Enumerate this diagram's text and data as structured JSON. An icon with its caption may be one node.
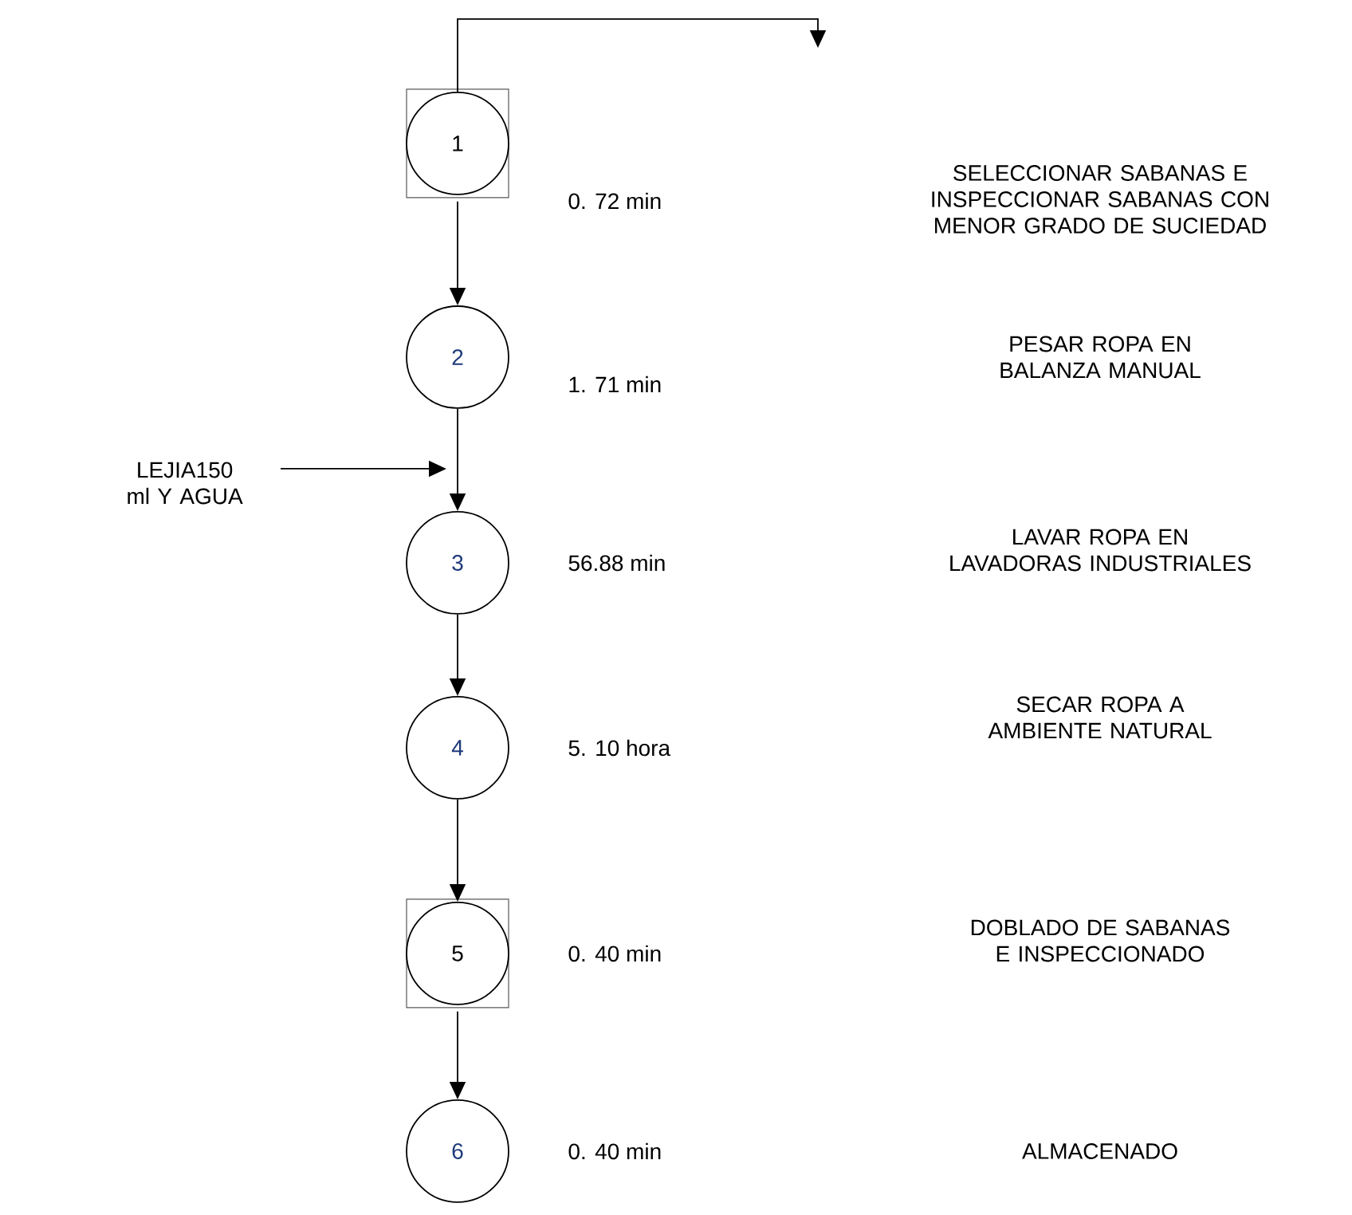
{
  "diagram": {
    "nodes": [
      {
        "text": [
          "1"
        ],
        "beside": [
          "0. 72 min"
        ]
      },
      {
        "text": [
          "2"
        ],
        "beside": [
          "1. 71 min"
        ]
      },
      {
        "text": [
          "3"
        ],
        "beside": [
          "56.88 min"
        ]
      },
      {
        "text": [
          "4"
        ],
        "beside": [
          "5. 10 hora"
        ]
      },
      {
        "text": [
          "5"
        ],
        "beside": [
          "0. 40 min"
        ]
      },
      {
        "text": [
          "6"
        ],
        "beside": [
          "0. 40 min"
        ]
      },
      {
        "text": [
          "LEJIA150 ml Y AGUA"
        ]
      }
    ],
    "edges": [
      {
        "from": 0,
        "to": null,
        "arrow": "to"
      },
      {
        "from": 0,
        "to": 1,
        "arrow": "to"
      },
      {
        "from": 1,
        "to": 2,
        "arrow": "to"
      },
      {
        "from": 2,
        "to": 3,
        "arrow": "to"
      },
      {
        "from": 3,
        "to": 4,
        "arrow": "to"
      },
      {
        "from": 4,
        "to": 5,
        "arrow": "to"
      },
      {
        "from": 6,
        "to": 2,
        "arrow": "to"
      }
    ],
    "labels": [
      "SELECCIONAR SABANAS E INSPECCIONAR SABANAS CON MENOR GRADO DE SUCIEDAD",
      "PESAR ROPA EN BALANZA MANUAL",
      "LAVAR ROPA EN LAVADORAS INDUSTRIALES",
      "SECAR ROPA A AMBIENTE NATURAL",
      "DOBLADO DE SABANAS E INSPECCIONADO",
      "ALMACENADO"
    ]
  }
}
